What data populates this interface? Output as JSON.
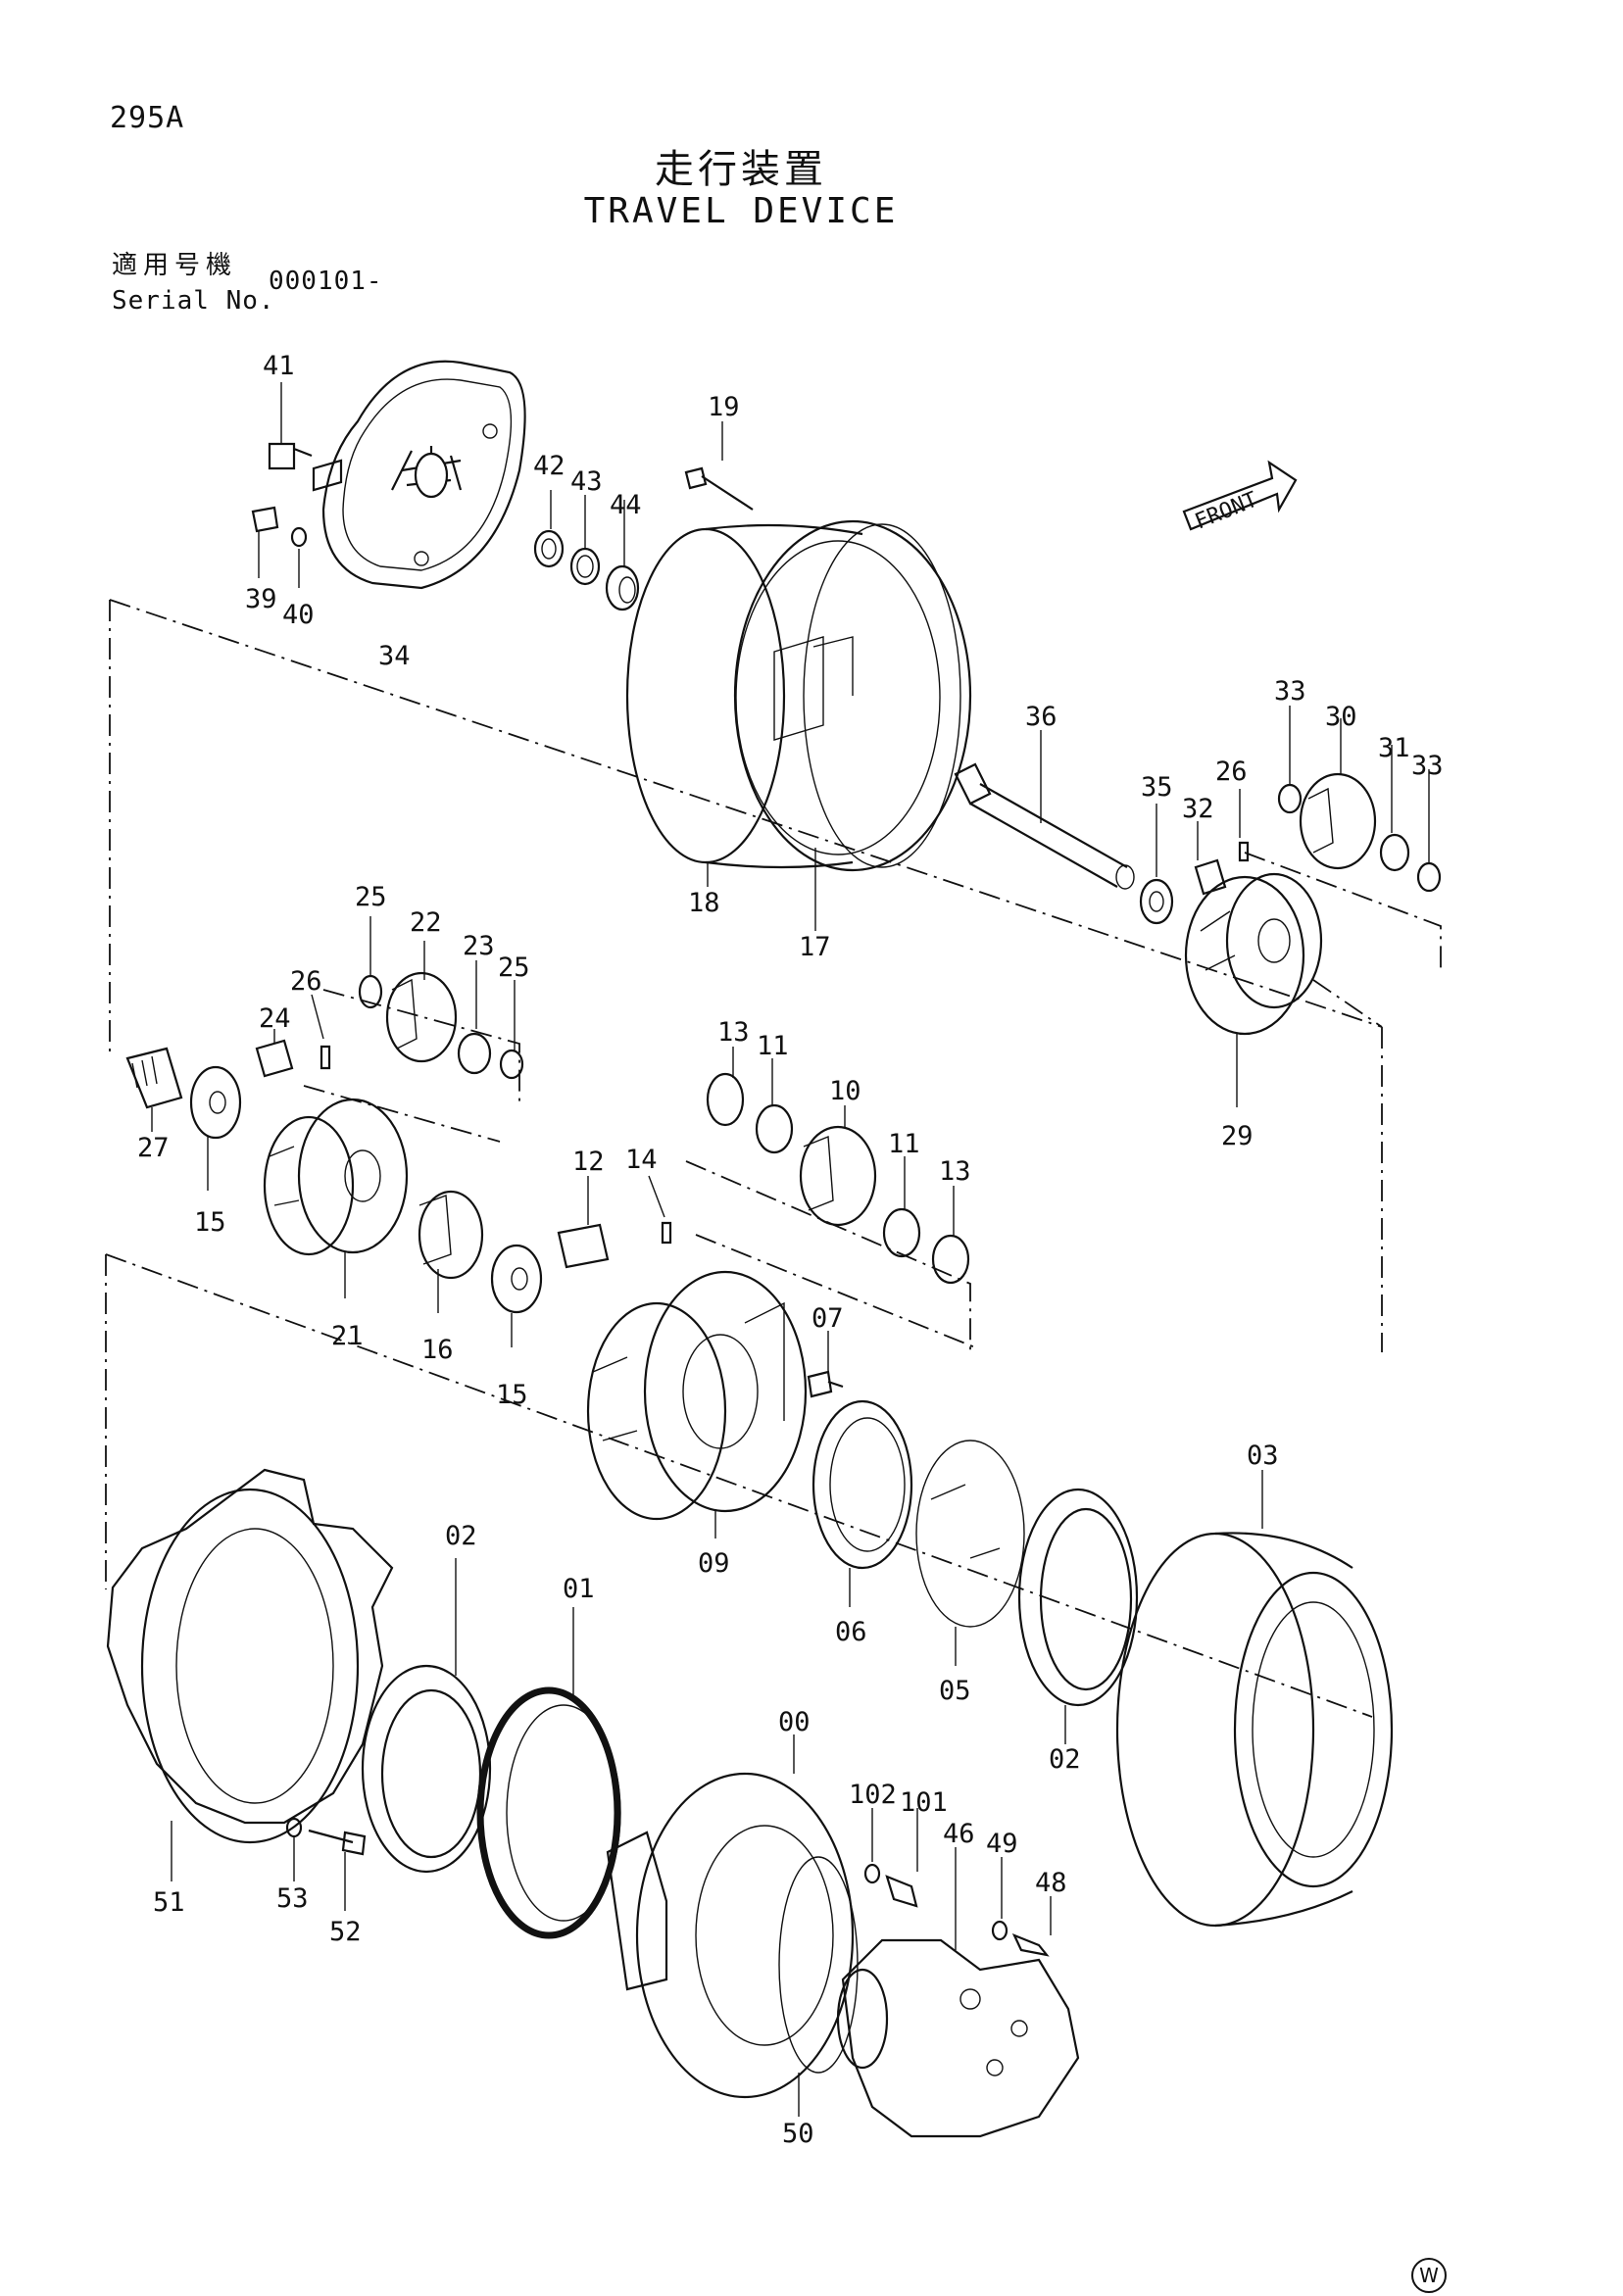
{
  "header": {
    "page_code": "295A",
    "title_jp": "走行装置",
    "title_en": "TRAVEL DEVICE",
    "serial_label_jp": "適用号機",
    "serial_label_en": "Serial No.",
    "serial_value": "000101-"
  },
  "front_arrow_label": "FRONT",
  "corner_mark": "W",
  "callouts": {
    "p41": "41",
    "p39": "39",
    "p40": "40",
    "p34": "34",
    "p19": "19",
    "p42": "42",
    "p43": "43",
    "p44": "44",
    "p18": "18",
    "p17": "17",
    "p36": "36",
    "p33a": "33",
    "p30": "30",
    "p31": "31",
    "p33b": "33",
    "p35": "35",
    "p32": "32",
    "p26a": "26",
    "p29": "29",
    "p25a": "25",
    "p22": "22",
    "p23": "23",
    "p25b": "25",
    "p26b": "26",
    "p24": "24",
    "p27": "27",
    "p15a": "15",
    "p21": "21",
    "p16": "16",
    "p15b": "15",
    "p12": "12",
    "p14": "14",
    "p13a": "13",
    "p11a": "11",
    "p10": "10",
    "p11b": "11",
    "p13b": "13",
    "p07": "07",
    "p09": "09",
    "p06": "06",
    "p05": "05",
    "p03": "03",
    "p02a": "02",
    "p01": "01",
    "p02b": "02",
    "p00": "00",
    "p102": "102",
    "p101": "101",
    "p46": "46",
    "p49": "49",
    "p48": "48",
    "p51": "51",
    "p53": "53",
    "p52": "52",
    "p50": "50"
  }
}
